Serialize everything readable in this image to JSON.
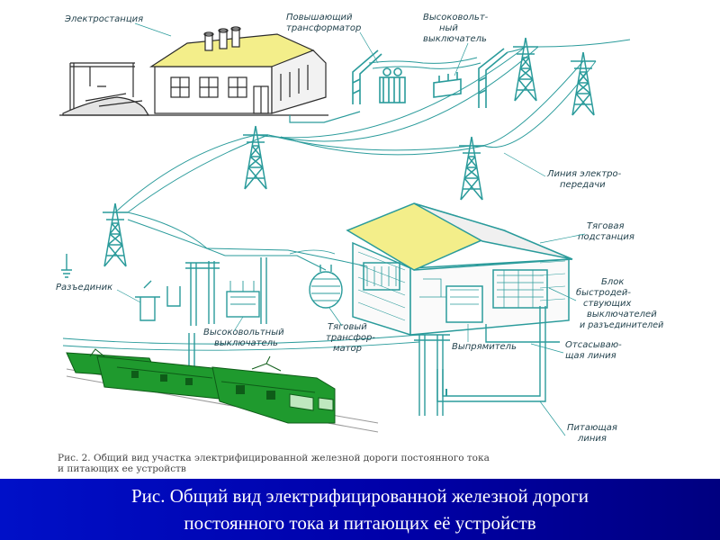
{
  "labels": {
    "power_station": "Электростанция",
    "step_up_transformer_1": "Повышающий",
    "step_up_transformer_2": "трансформатор",
    "hv_switch_1": "Высоковольт-",
    "hv_switch_2": "ный",
    "hv_switch_3": "выключатель",
    "power_line_1": "Линия электро-",
    "power_line_2": "передачи",
    "traction_substation_1": "Тяговая",
    "traction_substation_2": "подстанция",
    "breaker_block_1": "Блок",
    "breaker_block_2": "быстродей-",
    "breaker_block_3": "ствующих",
    "breaker_block_4": "выключателей",
    "breaker_block_5": "и разъединителей",
    "disconnector": "Разъединик",
    "hv_switch_low_1": "Высоковольтный",
    "hv_switch_low_2": "выключатель",
    "traction_transformer_1": "Тяговый",
    "traction_transformer_2": "трансфор-",
    "traction_transformer_3": "матор",
    "rectifier": "Выпрямитель",
    "return_line_1": "Отсасываю-",
    "return_line_2": "щая линия",
    "feeder_line_1": "Питающая",
    "feeder_line_2": "линия"
  },
  "printed_caption": {
    "line1": "Рис. 2. Общий вид участка электрифицированной железной дороги постоянного тока",
    "line2": "и питающих ее устройств"
  },
  "caption": {
    "line1": "Рис.  Общий вид электрифицированной железной дороги",
    "line2": "постоянного тока и питающих её устройств"
  },
  "colors": {
    "line_art": "#2a9b9b",
    "roof": "#f3ee8a",
    "train": "#1f9a2e",
    "caption_bar": "#0000a8",
    "caption_text": "#ffffff"
  }
}
